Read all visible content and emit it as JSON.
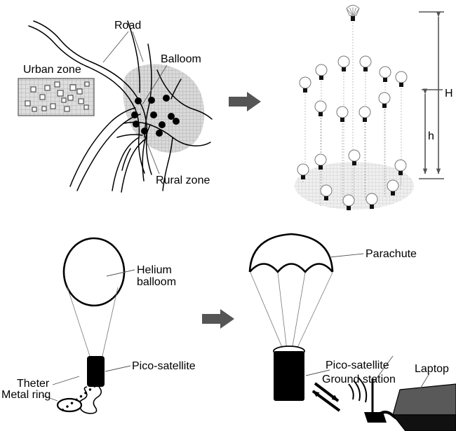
{
  "figure": {
    "title": "Tethered pico-satellite balloon deployment concept diagram",
    "background": "#ffffff"
  },
  "colors": {
    "ink": "#000000",
    "arrow_connector": "#555555",
    "leader_line": "#555555",
    "urban_fill": "#d9d9d9",
    "rural_fill": "#cccccc",
    "cluster_fill": "#e6e6e6",
    "laptop_screen": "#595959",
    "laptop_base": "#111111",
    "tether_line": "#aaaaaa"
  },
  "panels": {
    "top_left": {
      "name": "deployment-area-map",
      "labels": {
        "road": "Road",
        "balloon": "Balloom",
        "urban_zone": "Urban zone",
        "rural_zone": "Rural zone"
      },
      "balloon_dot_count": 11,
      "urban_building_count": 17
    },
    "top_right": {
      "name": "balloon-constellation",
      "labels": {
        "total_altitude": "H",
        "tether_altitude": "h"
      },
      "balloon_count": 14,
      "descending_parachute_count": 1
    },
    "bottom_left": {
      "name": "ascent-configuration",
      "labels": {
        "helium_balloon": "Helium balloom",
        "helium_balloon_line1": "Helium",
        "helium_balloon_line2": "balloom",
        "pico_satellite": "Pico-satellite",
        "tether": "Theter",
        "metal_ring": "Metal ring"
      }
    },
    "bottom_right": {
      "name": "descent-and-recovery",
      "labels": {
        "parachute": "Parachute",
        "pico_satellite": "Pico-satellite",
        "ground_station": "Ground station",
        "laptop": "Laptop"
      },
      "link_arrow_count": 2,
      "rf_arc_count": 3
    }
  },
  "connectors": [
    {
      "name": "top-flow-arrow",
      "from": "top_left",
      "to": "top_right",
      "direction": "right"
    },
    {
      "name": "bottom-flow-arrow",
      "from": "bottom_left",
      "to": "bottom_right",
      "direction": "right"
    }
  ]
}
